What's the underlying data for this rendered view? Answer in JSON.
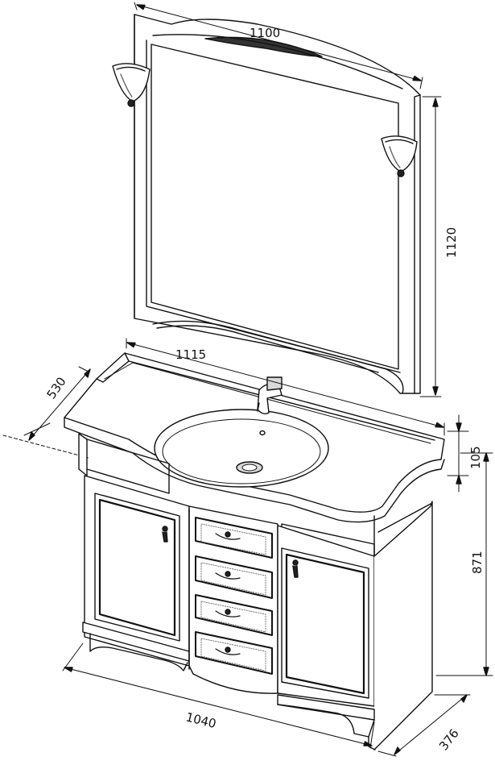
{
  "dimensions": {
    "mirror_width": "1100",
    "mirror_height": "1120",
    "top_width": "1115",
    "top_depth": "530",
    "top_thickness": "105",
    "cabinet_height": "871",
    "cabinet_width": "1040",
    "cabinet_depth": "376"
  },
  "colors": {
    "line": "#111111",
    "fill": "#ffffff",
    "shade": "#d9d9d9"
  }
}
